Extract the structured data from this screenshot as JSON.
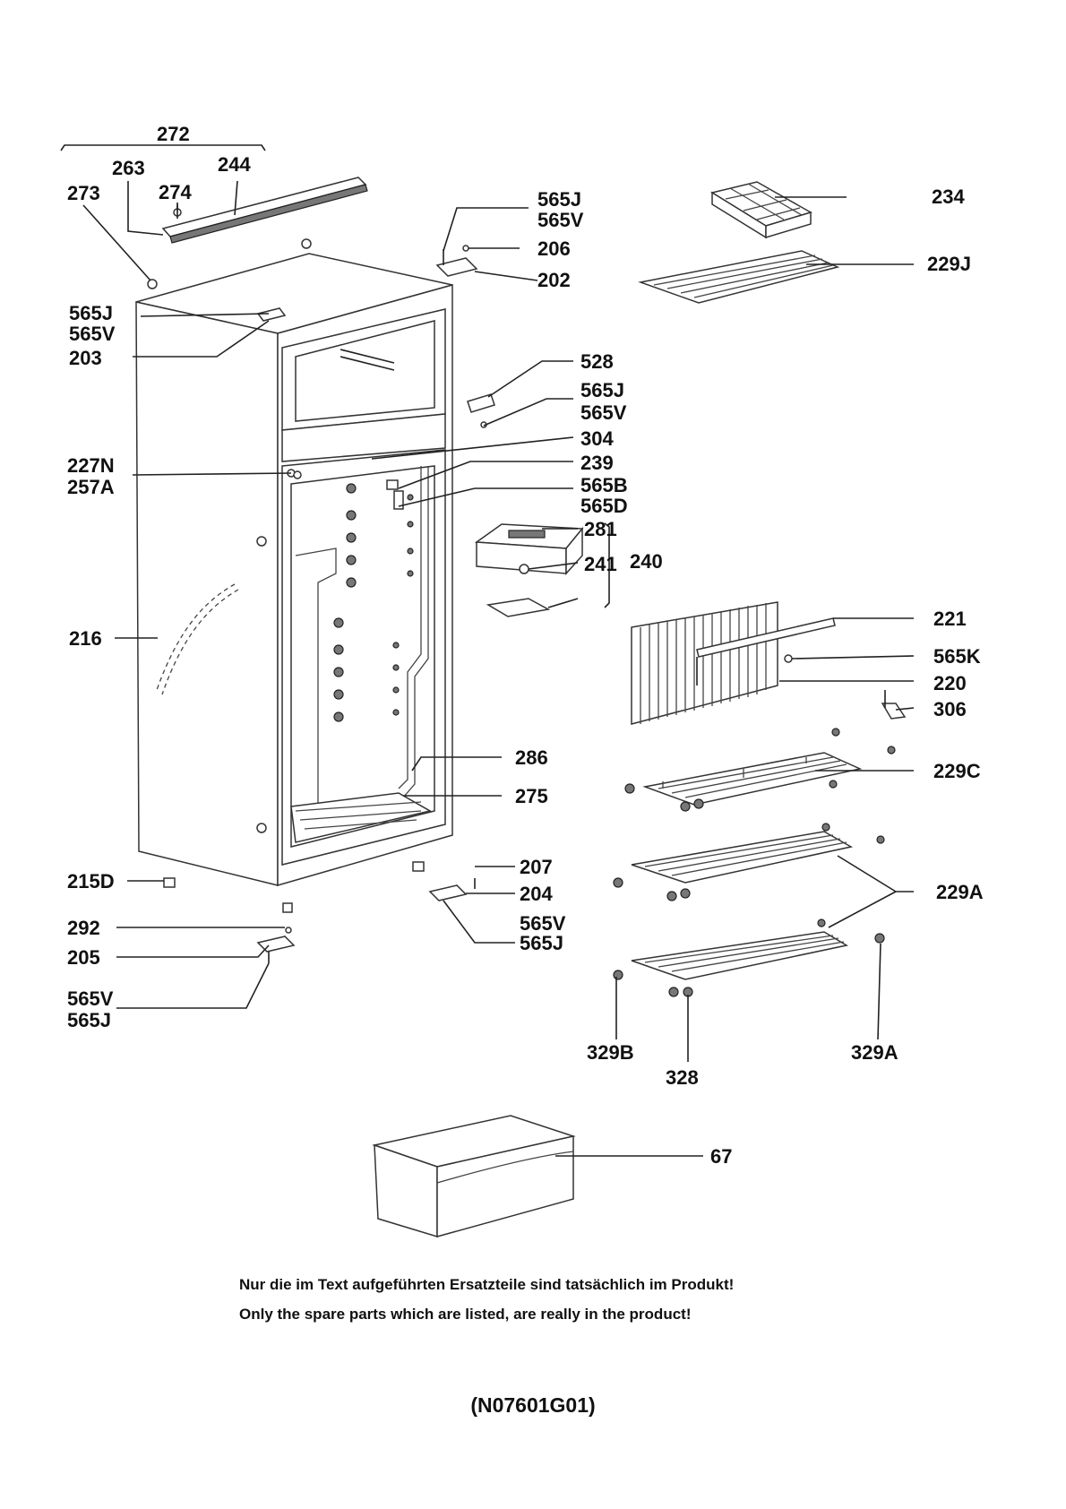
{
  "labels": {
    "l272": "272",
    "l263": "263",
    "l244": "244",
    "l273": "273",
    "l274": "274",
    "l565J_a": "565J",
    "l565V_a": "565V",
    "l206": "206",
    "l202": "202",
    "l234": "234",
    "l229J": "229J",
    "l565J_b": "565J",
    "l565V_b": "565V",
    "l203": "203",
    "l528": "528",
    "l565J_c": "565J",
    "l565V_c": "565V",
    "l304": "304",
    "l227N": "227N",
    "l257A": "257A",
    "l239": "239",
    "l565B": "565B",
    "l565D": "565D",
    "l281": "281",
    "l241": "241",
    "l240": "240",
    "l216": "216",
    "l221": "221",
    "l565K": "565K",
    "l220": "220",
    "l306": "306",
    "l286": "286",
    "l275": "275",
    "l229C": "229C",
    "l215D": "215D",
    "l207": "207",
    "l204": "204",
    "l565V_d": "565V",
    "l565J_d": "565J",
    "l292": "292",
    "l205": "205",
    "l565V_e": "565V",
    "l565J_e": "565J",
    "l229A": "229A",
    "l329B": "329B",
    "l329A": "329A",
    "l328": "328",
    "l67": "67"
  },
  "notes": {
    "german": "Nur die im Text aufgeführten Ersatzteile sind tatsächlich im Produkt!",
    "english": "Only the spare parts which are listed, are really in the product!"
  },
  "drawing_code": "(N07601G01)"
}
